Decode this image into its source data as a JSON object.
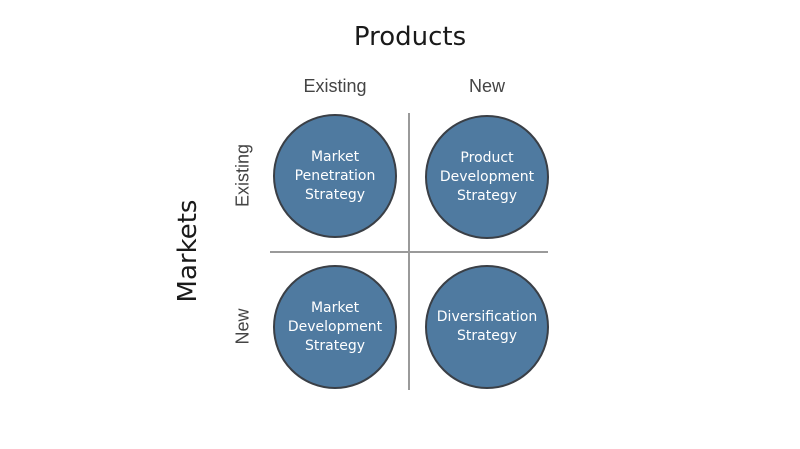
{
  "diagram": {
    "title_top": "Products",
    "title_side": "Markets",
    "columns": [
      "Existing",
      "New"
    ],
    "rows": [
      "Existing",
      "New"
    ],
    "quadrants": [
      {
        "row": "Existing",
        "col": "Existing",
        "label": "Market Penetration Strategy"
      },
      {
        "row": "Existing",
        "col": "New",
        "label": "Product Development Strategy"
      },
      {
        "row": "New",
        "col": "Existing",
        "label": "Market Development Strategy"
      },
      {
        "row": "New",
        "col": "New",
        "label": "Diversification Strategy"
      }
    ],
    "colors": {
      "circle_fill": "#4f7aa0",
      "circle_border": "#3a3f46",
      "divider": "#9a9a9a",
      "text_dark": "#1a1a1a",
      "label_gray": "#444444"
    }
  }
}
